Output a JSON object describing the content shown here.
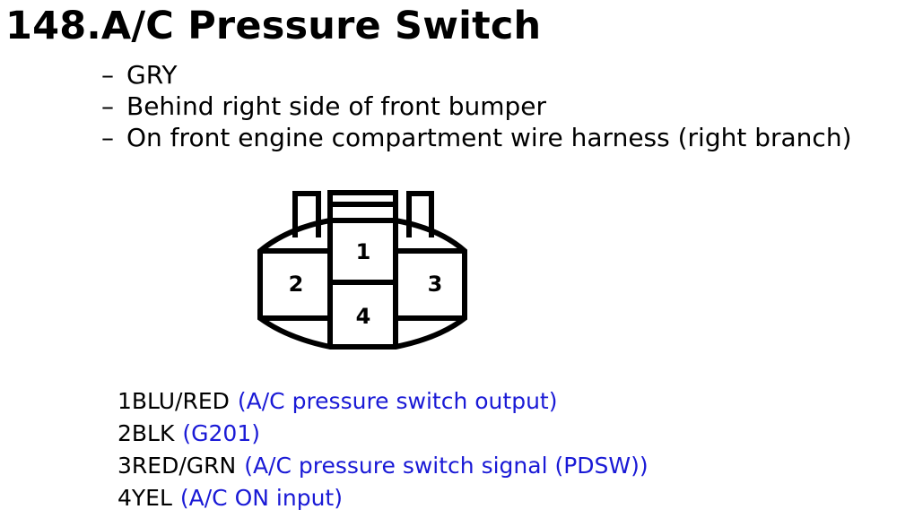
{
  "title": "148.A/C Pressure Switch",
  "details": [
    {
      "dash": "–",
      "text": "GRY"
    },
    {
      "dash": "–",
      "text": "Behind right side of front bumper"
    },
    {
      "dash": "–",
      "text": "On front engine compartment wire harness (right branch)"
    }
  ],
  "connector": {
    "cavities": [
      "1",
      "2",
      "3",
      "4"
    ]
  },
  "pins": [
    {
      "number": "1",
      "wire": "BLU/RED",
      "description": "(A/C pressure switch output)"
    },
    {
      "number": "2",
      "wire": "BLK",
      "description": "(G201)"
    },
    {
      "number": "3",
      "wire": "RED/GRN",
      "description": "(A/C pressure switch signal (PDSW))"
    },
    {
      "number": "4",
      "wire": "YEL",
      "description": "(A/C ON input)"
    }
  ],
  "colors": {
    "text": "#000000",
    "description": "#1a1ad6"
  }
}
